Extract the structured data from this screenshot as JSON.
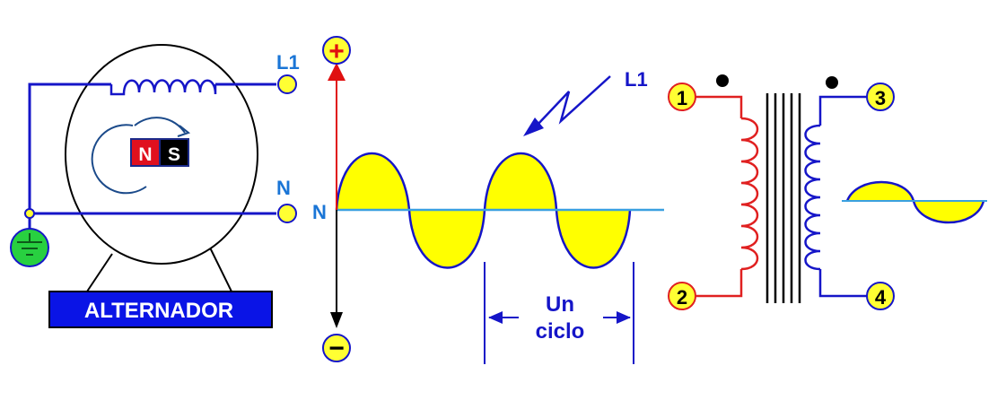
{
  "colors": {
    "wire": "#1515c8",
    "axis_positive": "#e01010",
    "axis_negative": "#000000",
    "fill": "#ffff00",
    "terminal_fill": "#ffff33",
    "terminal_stroke": "#1515c8",
    "primary_winding": "#e02020",
    "label_blue": "#1a75d6",
    "banner_bg": "#0a14e6",
    "ground_fill": "#28d040",
    "magnet_north": "#e0101e",
    "magnet_south": "#000000",
    "baseline": "#3aa0e0"
  },
  "alternator": {
    "terminal_l1_label": "L1",
    "terminal_n_label": "N",
    "magnet_north_label": "N",
    "magnet_south_label": "S",
    "banner_label": "ALTERNADOR"
  },
  "waveform": {
    "positive_symbol": "+",
    "negative_symbol": "−",
    "baseline_label": "N",
    "pointer_label": "L1",
    "cycle_label_line1": "Un",
    "cycle_label_line2": "ciclo"
  },
  "transformer": {
    "terminal_1": "1",
    "terminal_2": "2",
    "terminal_3": "3",
    "terminal_4": "4"
  }
}
